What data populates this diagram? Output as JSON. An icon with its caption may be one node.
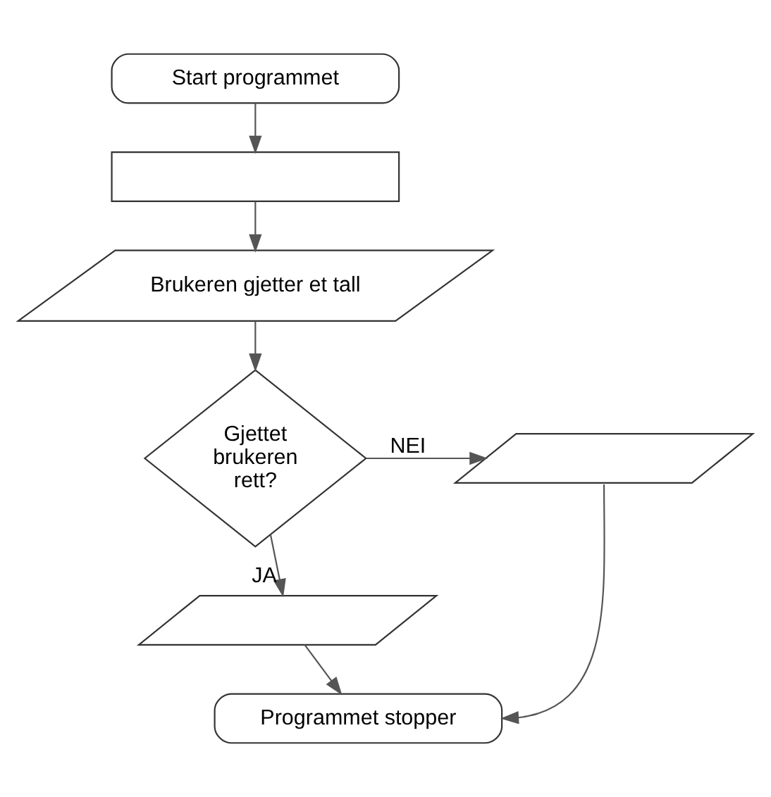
{
  "diagram": {
    "nodes": [
      {
        "text": [
          "Start programmet"
        ]
      },
      {
        "text": [],
        "shape": "box"
      },
      {
        "text": [
          "Brukeren gjetter et tall"
        ]
      },
      {
        "text": [
          "Gjettet brukeren rett?"
        ]
      },
      {
        "text": [],
        "shape": "parallelogram"
      },
      {
        "text": [],
        "shape": "parallelogram"
      },
      {
        "text": [
          "Programmet stopper"
        ]
      }
    ],
    "edges": [
      {
        "from": 0,
        "to": 1,
        "arrow": "to"
      },
      {
        "from": 1,
        "to": 2,
        "arrow": "to"
      },
      {
        "from": 2,
        "to": 3,
        "arrow": "to"
      },
      {
        "from": 3,
        "to": 4,
        "arrow": "to",
        "label": "NEI"
      },
      {
        "from": 3,
        "to": 5,
        "arrow": "to",
        "label": "JA"
      },
      {
        "from": 5,
        "to": 6,
        "arrow": "to"
      },
      {
        "from": 4,
        "to": 6,
        "arrow": "to"
      }
    ]
  }
}
